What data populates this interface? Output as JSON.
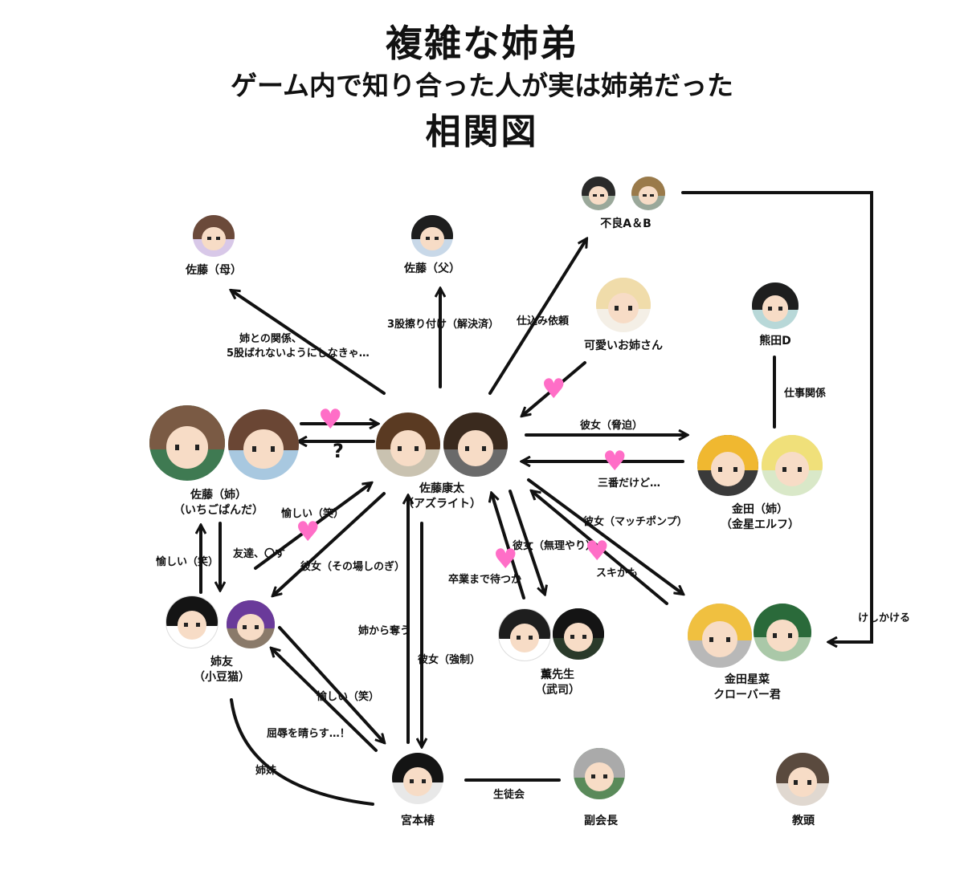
{
  "title": {
    "line1": "複雑な姉弟",
    "line2": "ゲーム内で知り合った人が実は姉弟だった",
    "line3": "相関図"
  },
  "characters": {
    "sato_mother": "佐藤（母）",
    "sato_father": "佐藤（父）",
    "delinquents": "不良A＆B",
    "kawaii_onesan": "可愛いお姉さん",
    "kumada": "熊田D",
    "sato_kota": "佐藤康太",
    "sato_kota_alias": "（アズライト）",
    "sato_sister": "佐藤（姉）",
    "sato_sister_alias": "（いちごぱんだ）",
    "kaneda_sister": "金田（姉）",
    "kaneda_sister_alias": "（金星エルフ）",
    "sister_friend": "姉友",
    "sister_friend_alias": "（小豆猫）",
    "kaoru_sensei": "薫先生",
    "kaoru_sensei_alias": "（武司）",
    "kaneda_seina": "金田星菜",
    "kaneda_seina_alias": "クローバー君",
    "miyamoto": "宮本椿",
    "vice_president": "副会長",
    "vice_principal": "教頭"
  },
  "edges": {
    "to_mother": "姉との関係、",
    "to_mother_2": "5股ばれないようにしなきゃ…",
    "to_father": "3股擦り付け（解決済）",
    "to_delinquents": "仕込み依頼",
    "kumada_work": "仕事関係",
    "to_kaneda": "彼女（脅迫）",
    "from_kaneda": "三番だけど…",
    "to_seina": "彼女（マッチポンプ）",
    "from_seina": "スキかも",
    "to_kaoru": "彼女（無理やり）",
    "from_kaoru": "卒業まで待つか",
    "from_friend": "愉しい（笑）",
    "to_friend": "彼女（その場しのぎ）",
    "sister_from_friend": "愉しい（笑）",
    "sister_to_friend": "友達、〇す",
    "miyamoto_from_kota": "姉から奪う",
    "kota_to_miyamoto": "彼女（強制）",
    "miyamoto_from_friend": "愉しい（笑）",
    "friend_from_miyamoto": "屈辱を晴らす…！",
    "siblings": "姉妹",
    "student_council": "生徒会",
    "chase": "けしかける",
    "question": "?"
  },
  "colors": {
    "line": "#111111",
    "heart": "#ff6ec7",
    "skin": "#f7dcc6"
  },
  "icons": {
    "heart": "heart-icon"
  }
}
